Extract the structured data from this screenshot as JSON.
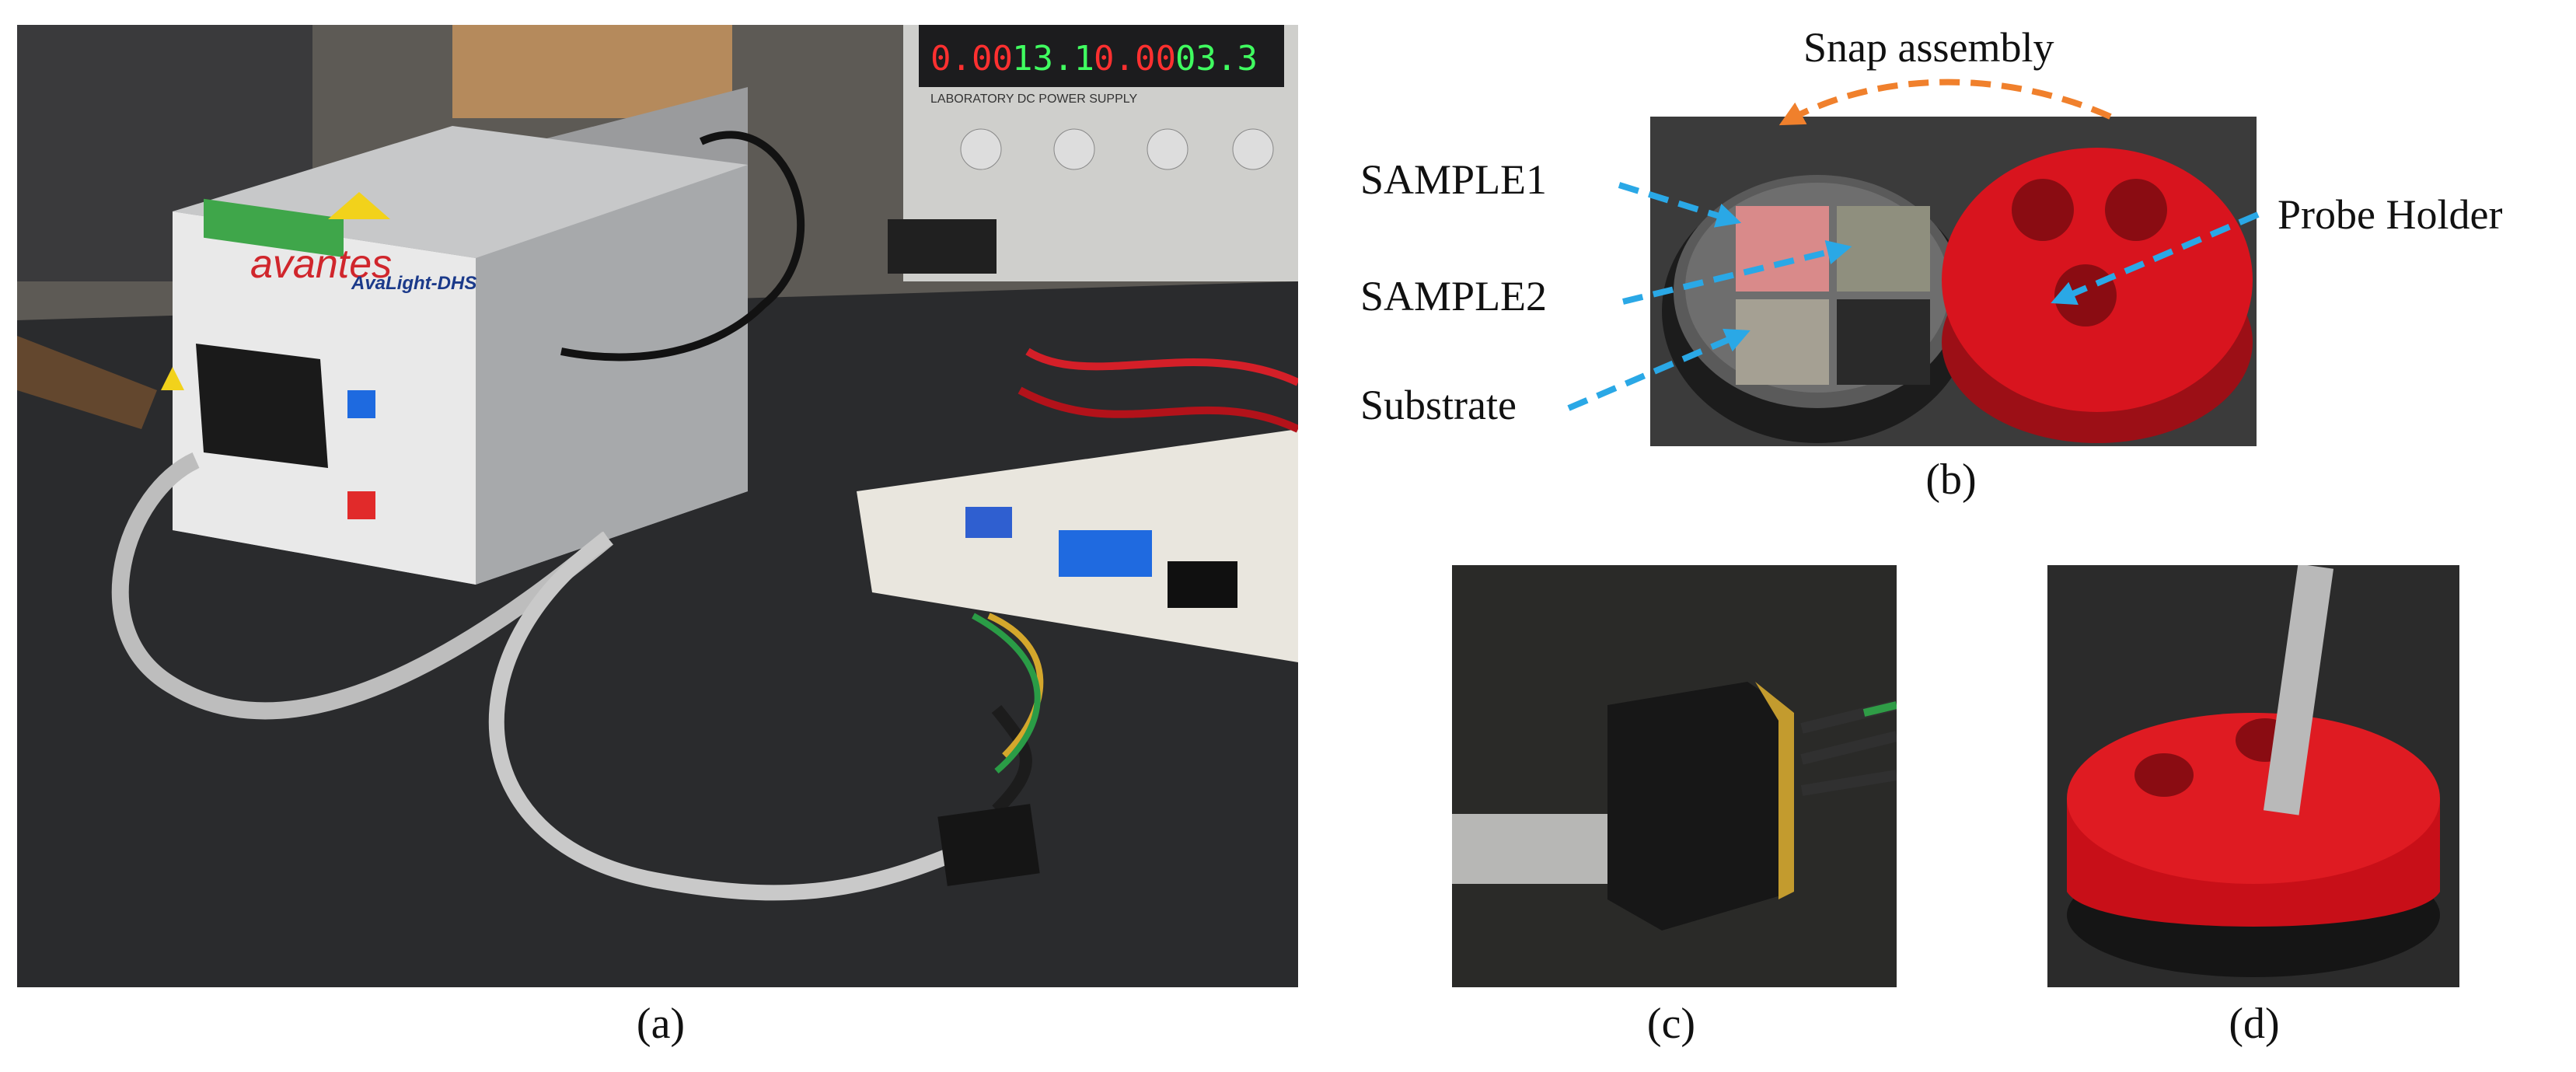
{
  "captions": {
    "a": "(a)",
    "b": "(b)",
    "c": "(c)",
    "d": "(d)"
  },
  "annotations": {
    "snap_assembly": "Snap assembly",
    "sample1": "SAMPLE1",
    "sample2": "SAMPLE2",
    "substrate": "Substrate",
    "probe_holder": "Probe Holder"
  },
  "photo_text": {
    "brand": "avantes",
    "model": "AvaLight-DHS",
    "power_supply": "LABORATORY DC POWER SUPPLY",
    "display": [
      "0.00",
      "13.1",
      "0.00",
      "03.3"
    ]
  },
  "colors": {
    "arrow_blue": "#2aa8e6",
    "arrow_orange": "#f0802c",
    "holder_red": "#d8141e"
  }
}
